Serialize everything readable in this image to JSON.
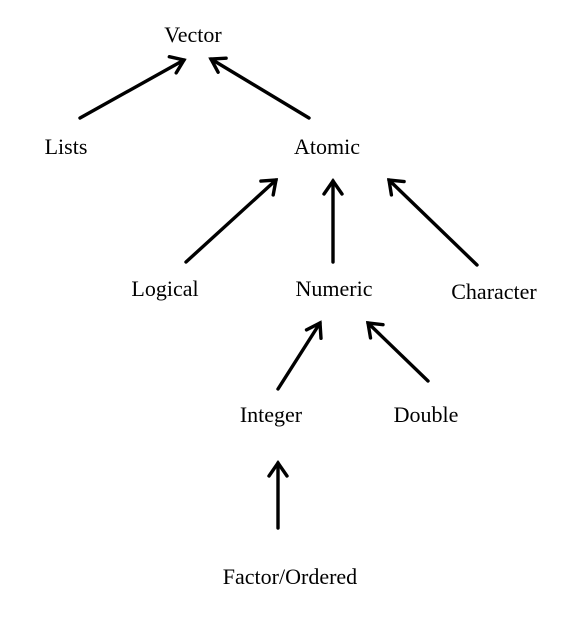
{
  "diagram": {
    "type": "hierarchy",
    "nodes": {
      "vector": "Vector",
      "lists": "Lists",
      "atomic": "Atomic",
      "logical": "Logical",
      "numeric": "Numeric",
      "character": "Character",
      "integer": "Integer",
      "double": "Double",
      "factor_ordered": "Factor/Ordered"
    },
    "edges": [
      {
        "from": "Lists",
        "to": "Vector"
      },
      {
        "from": "Atomic",
        "to": "Vector"
      },
      {
        "from": "Logical",
        "to": "Atomic"
      },
      {
        "from": "Numeric",
        "to": "Atomic"
      },
      {
        "from": "Character",
        "to": "Atomic"
      },
      {
        "from": "Integer",
        "to": "Numeric"
      },
      {
        "from": "Double",
        "to": "Numeric"
      },
      {
        "from": "Factor/Ordered",
        "to": "Integer"
      }
    ],
    "colors": {
      "ink": "#000000",
      "background": "#ffffff"
    }
  }
}
